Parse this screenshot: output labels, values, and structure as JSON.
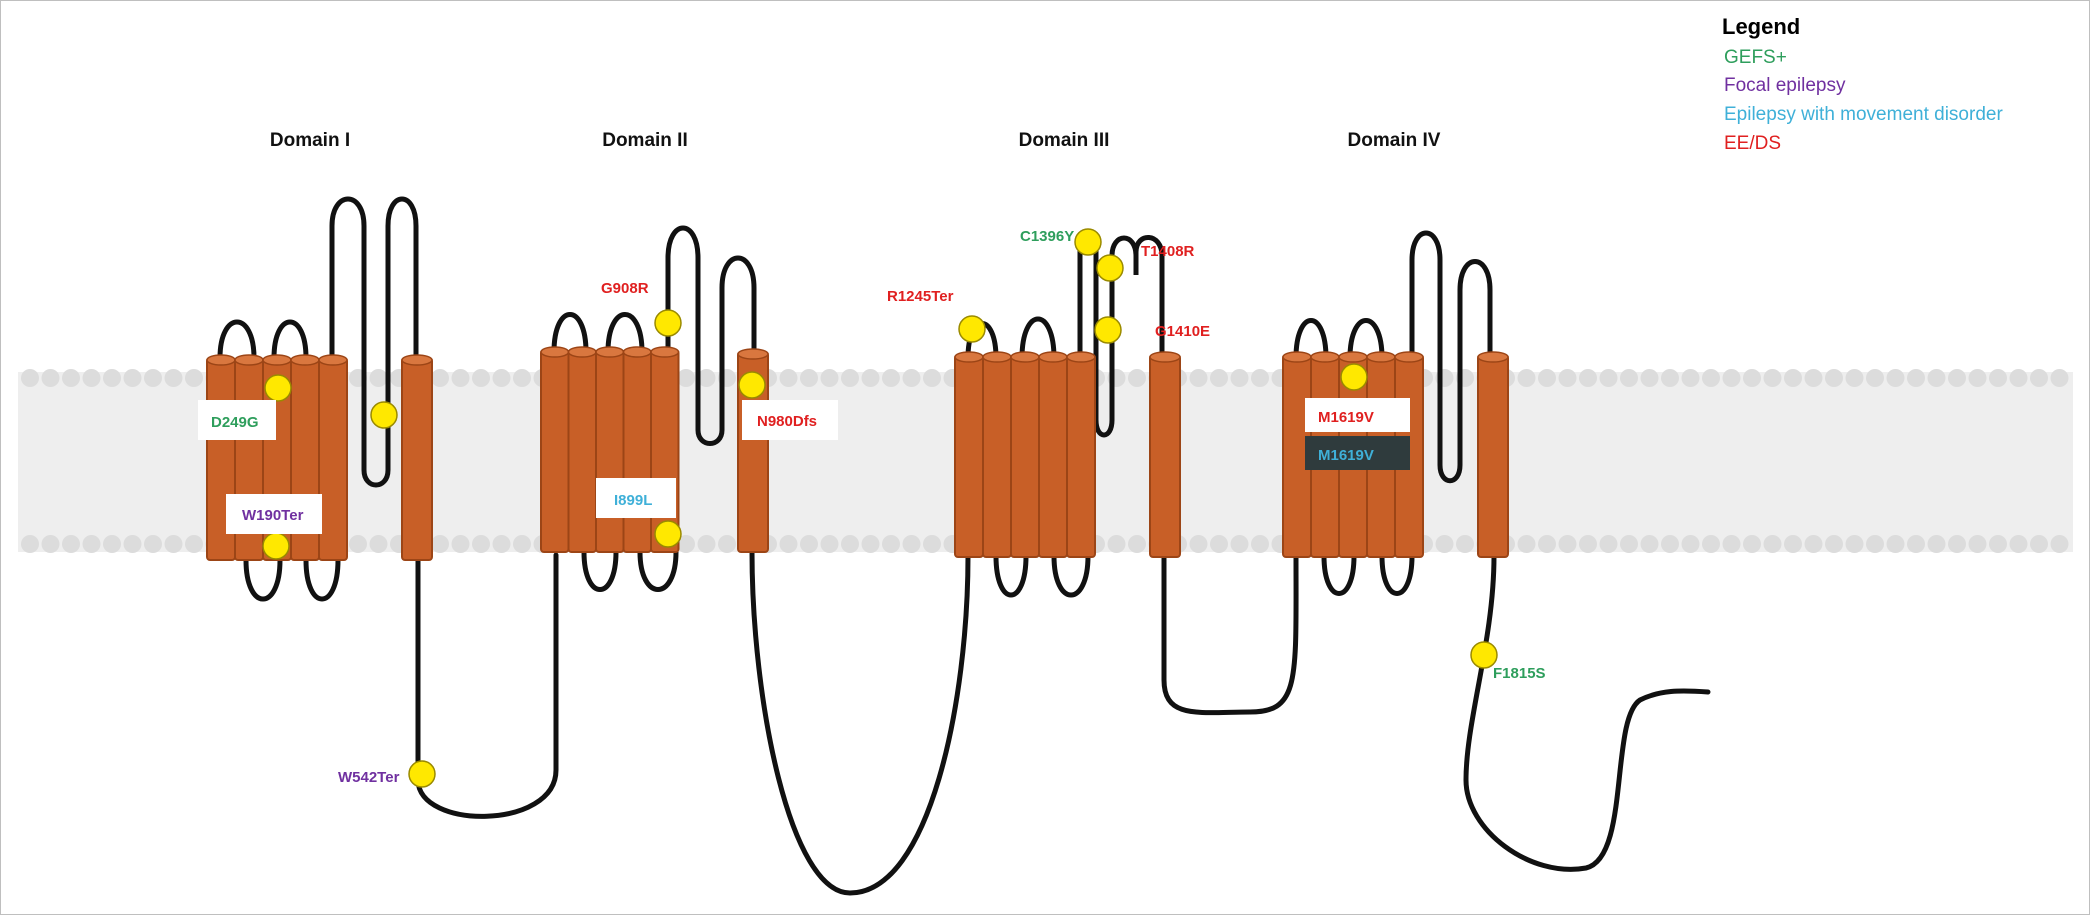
{
  "colors": {
    "gefs": "#2e9e5c",
    "focal": "#7030a0",
    "movement": "#3fb0d8",
    "eeds": "#e02020",
    "helix": "#c85f27",
    "loop": "#111111",
    "marker": "#ffe800",
    "membrane": "#ececec",
    "label_box": "#ffffff",
    "dark_box": "#2f3b3d"
  },
  "legend": {
    "title": "Legend",
    "items": [
      {
        "label": "GEFS+",
        "color": "#2e9e5c"
      },
      {
        "label": "Focal epilepsy",
        "color": "#7030a0"
      },
      {
        "label": "Epilepsy with movement disorder",
        "color": "#3fb0d8"
      },
      {
        "label": "EE/DS",
        "color": "#e02020"
      }
    ]
  },
  "domains": [
    {
      "label": "Domain I"
    },
    {
      "label": "Domain II"
    },
    {
      "label": "Domain III"
    },
    {
      "label": "Domain IV"
    }
  ],
  "mutations": [
    {
      "label": "D249G",
      "category": "GEFS+"
    },
    {
      "label": "W190Ter",
      "category": "Focal epilepsy"
    },
    {
      "label": "W542Ter",
      "category": "Focal epilepsy"
    },
    {
      "label": "G908R",
      "category": "EE/DS"
    },
    {
      "label": "N980Dfs",
      "category": "EE/DS"
    },
    {
      "label": "I899L",
      "category": "Epilepsy with movement disorder"
    },
    {
      "label": "R1245Ter",
      "category": "EE/DS"
    },
    {
      "label": "C1396Y",
      "category": "GEFS+"
    },
    {
      "label": "T1408R",
      "category": "EE/DS"
    },
    {
      "label": "G1410E",
      "category": "EE/DS"
    },
    {
      "label": "M1619V",
      "category": "EE/DS"
    },
    {
      "label": "M1619V",
      "category": "Epilepsy with movement disorder"
    },
    {
      "label": "F1815S",
      "category": "GEFS+"
    }
  ]
}
